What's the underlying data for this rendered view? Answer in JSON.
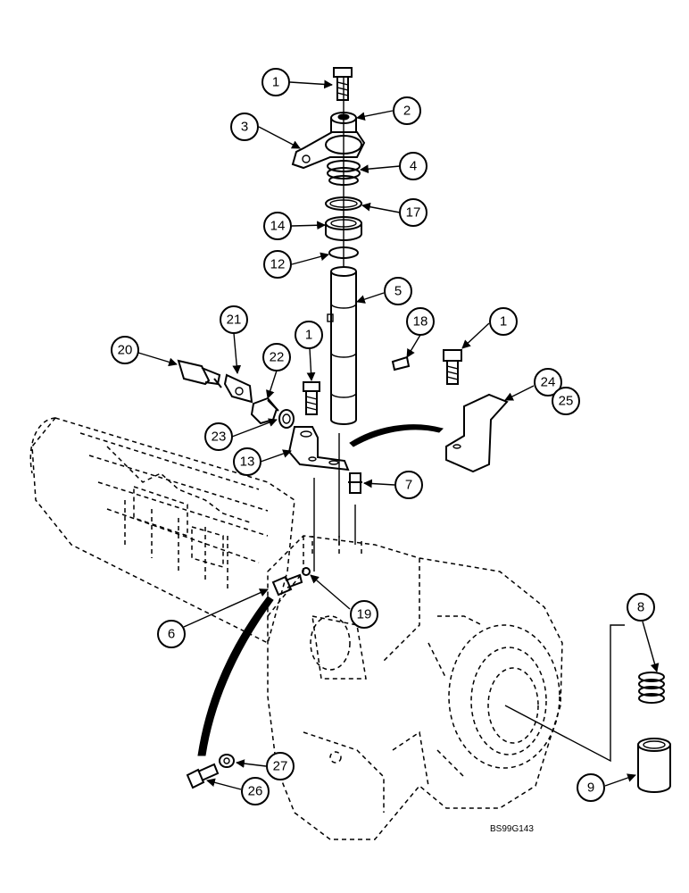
{
  "diagram": {
    "figure_code": "BS99G143",
    "callouts": [
      {
        "id": "c1a",
        "label": "1"
      },
      {
        "id": "c2",
        "label": "2"
      },
      {
        "id": "c3",
        "label": "3"
      },
      {
        "id": "c4",
        "label": "4"
      },
      {
        "id": "c17",
        "label": "17"
      },
      {
        "id": "c14",
        "label": "14"
      },
      {
        "id": "c12",
        "label": "12"
      },
      {
        "id": "c5",
        "label": "5"
      },
      {
        "id": "c18",
        "label": "18"
      },
      {
        "id": "c1b",
        "label": "1"
      },
      {
        "id": "c1c",
        "label": "1"
      },
      {
        "id": "c21",
        "label": "21"
      },
      {
        "id": "c20",
        "label": "20"
      },
      {
        "id": "c22",
        "label": "22"
      },
      {
        "id": "c24",
        "label": "24"
      },
      {
        "id": "c25",
        "label": "25"
      },
      {
        "id": "c23",
        "label": "23"
      },
      {
        "id": "c13",
        "label": "13"
      },
      {
        "id": "c7",
        "label": "7"
      },
      {
        "id": "c19",
        "label": "19"
      },
      {
        "id": "c6",
        "label": "6"
      },
      {
        "id": "c8",
        "label": "8"
      },
      {
        "id": "c27",
        "label": "27"
      },
      {
        "id": "c26",
        "label": "26"
      },
      {
        "id": "c9",
        "label": "9"
      }
    ]
  }
}
